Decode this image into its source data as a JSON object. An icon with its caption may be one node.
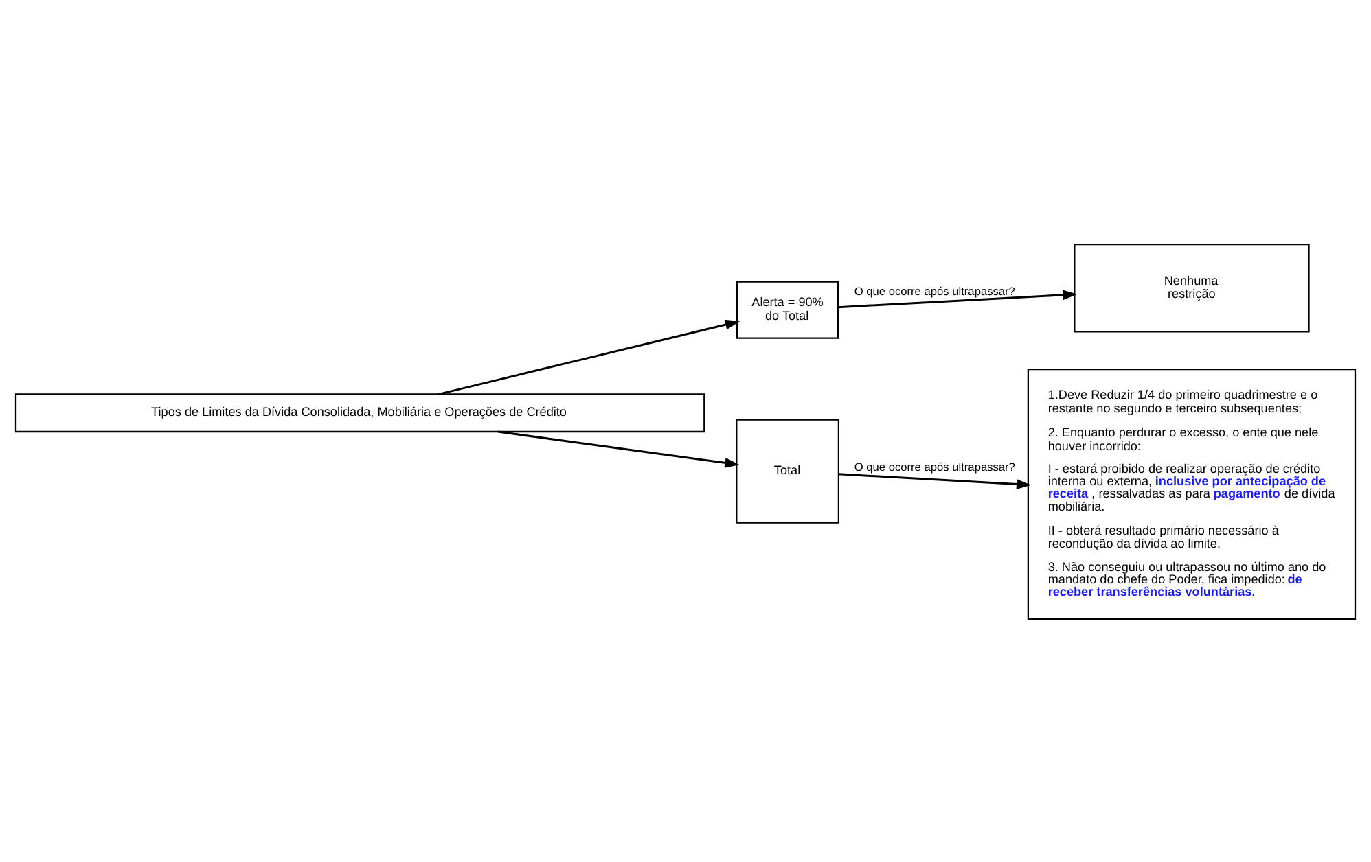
{
  "diagram": {
    "nodes": [
      {
        "text": [
          "Tipos de Limites da Dívida Consolidada, Mobiliária e Operações de Crédito"
        ]
      },
      {
        "text": [
          "Alerta = 90% do Total"
        ]
      },
      {
        "text": [
          "Nenhuma restrição"
        ]
      },
      {
        "text": [
          "Total"
        ]
      },
      {
        "text": [
          "1.Deve Reduzir 1/4 do primeiro quadrimestre e o restante no segundo e terceiro subsequentes;",
          "2. Enquanto perdurar o excesso, o ente que nele houver incorrido:",
          "I - estará proibido de realizar operação de crédito interna ou externa, **inclusive por antecipação de receita**, ressalvadas as para **pagamento** de dívida mobiliária.",
          "II - obterá resultado primário necessário à recondução da dívida ao limite.",
          "3. Não conseguiu ou ultrapassou no último ano do mandato do chefe do Poder, fica impedido: **de receber transferências voluntárias.**"
        ]
      }
    ],
    "edges": [
      {
        "from": 0,
        "to": 1,
        "arrow": "to"
      },
      {
        "from": 0,
        "to": 3,
        "arrow": "to"
      },
      {
        "from": 1,
        "to": 2,
        "label": "O que ocorre após ultrapassar?",
        "arrow": "to"
      },
      {
        "from": 3,
        "to": 4,
        "label": "O que ocorre após ultrapassar?",
        "arrow": "to"
      }
    ]
  }
}
